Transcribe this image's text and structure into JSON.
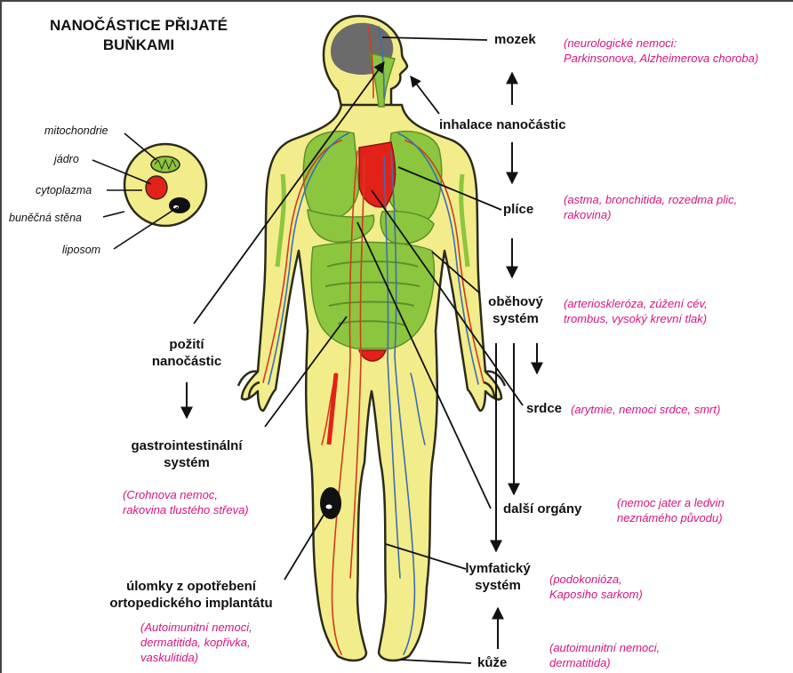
{
  "title": [
    "NANOČÁSTICE PŘIJATÉ",
    "BUŇKAMI"
  ],
  "cell_labels": {
    "mitochondria": "mitochondrie",
    "nucleus": "jádro",
    "cytoplasm": "cytoplazma",
    "cell_wall": "buněčná stěna",
    "liposome": "liposom"
  },
  "labels": {
    "brain": "mozek",
    "inhalation": "inhalace nanočástic",
    "lungs": "plíce",
    "circulatory": [
      "oběhový",
      "systém"
    ],
    "heart": "srdce",
    "other_organs": "další orgány",
    "lymphatic": [
      "lymfatický",
      "systém"
    ],
    "skin": "kůže",
    "ingestion": [
      "požití",
      "nanočástic"
    ],
    "gi": [
      "gastrointestinální",
      "systém"
    ],
    "implant": [
      "úlomky z opotřebení",
      "ortopedického implantátu"
    ]
  },
  "diseases": {
    "brain": [
      "(neurologické nemoci:",
      "Parkinsonova, Alzheimerova choroba)"
    ],
    "lungs": [
      "(astma, bronchitida, rozedma plic,",
      "rakovina)"
    ],
    "circulatory": [
      "(arterioskleróza, zúžení cév,",
      "trombus, vysoký krevní tlak)"
    ],
    "heart": [
      "(arytmie, nemoci srdce, smrt)"
    ],
    "other_organs": [
      "(nemoc jater a ledvin",
      "neznámého původu)"
    ],
    "lymphatic": [
      "(podokonióza,",
      "Kaposiho sarkom)"
    ],
    "skin": [
      "(autoimunitní nemoci,",
      "dermatitida)"
    ],
    "gi": [
      "(Crohnova nemoc,",
      "rakovina tlustého střeva)"
    ],
    "implant": [
      "(Autoimunitní nemoci,",
      "dermatitida, kopřivka,",
      "vaskulitida)"
    ]
  },
  "colors": {
    "body_fill": "#f3ec8b",
    "body_outline": "#2b2b1a",
    "organ_green": "#8cc63e",
    "heart_red": "#e32119",
    "vessel_red": "#d23b1e",
    "vessel_blue": "#3a6fb0",
    "brain_gray": "#6b6b6b",
    "disease_text": "#d6147f"
  },
  "icons": [
    "arrow-up-icon",
    "arrow-down-icon"
  ]
}
